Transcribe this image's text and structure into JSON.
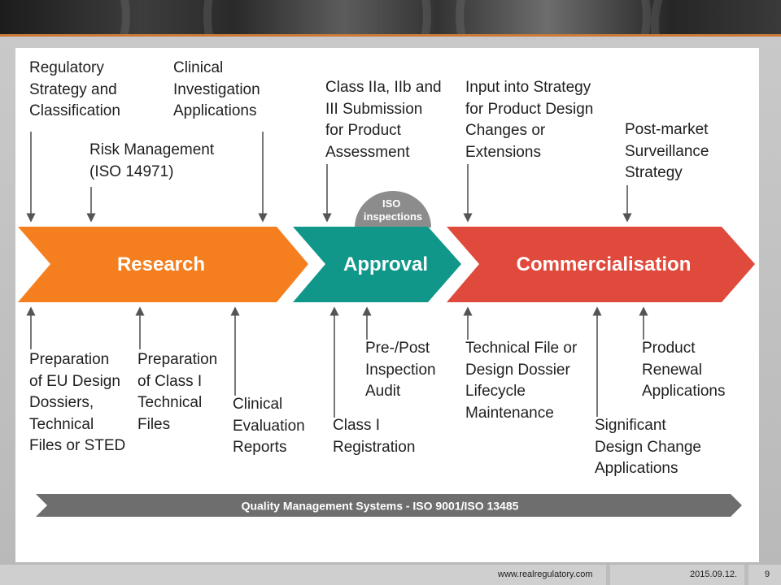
{
  "footer": {
    "url": "www.realregulatory.com",
    "date": "2015.09.12.",
    "page": "9"
  },
  "diagram": {
    "phases": [
      {
        "label": "Research",
        "color": "#f57e1f"
      },
      {
        "label": "Approval",
        "color": "#10978a"
      },
      {
        "label": "Commercialisation",
        "color": "#e04a3d"
      }
    ],
    "iso_inspections": {
      "label": "ISO\ninspections",
      "color": "#8c8c8c"
    },
    "qms_bar": {
      "label": "Quality Management Systems - ISO 9001/ISO 13485",
      "color": "#6e6e6e"
    },
    "top_labels": [
      {
        "id": "reg-strategy",
        "text": "Regulatory\nStrategy and\nClassification"
      },
      {
        "id": "risk-mgmt",
        "text": "Risk Management\n(ISO 14971)"
      },
      {
        "id": "clin-invest",
        "text": "Clinical\nInvestigation\nApplications"
      },
      {
        "id": "class-submission",
        "text": "Class IIa, IIb and\nIII Submission\nfor Product\nAssessment"
      },
      {
        "id": "input-strategy",
        "text": "Input into Strategy\nfor Product Design\nChanges or\nExtensions"
      },
      {
        "id": "post-market",
        "text": "Post-market\nSurveillance\nStrategy"
      }
    ],
    "bottom_labels": [
      {
        "id": "prep-eu",
        "text": "Preparation\nof EU Design\nDossiers,\nTechnical\nFiles or STED"
      },
      {
        "id": "prep-class1",
        "text": "Preparation\nof Class I\nTechnical\nFiles"
      },
      {
        "id": "clin-eval",
        "text": "Clinical\nEvaluation\nReports"
      },
      {
        "id": "class1-reg",
        "text": "Class I\nRegistration"
      },
      {
        "id": "pre-post-audit",
        "text": "Pre-/Post\nInspection\nAudit"
      },
      {
        "id": "tech-file",
        "text": "Technical File or\nDesign Dossier\nLifecycle\nMaintenance"
      },
      {
        "id": "sig-design",
        "text": "Significant\nDesign Change\nApplications"
      },
      {
        "id": "renewal",
        "text": "Product\nRenewal\nApplications"
      }
    ]
  }
}
